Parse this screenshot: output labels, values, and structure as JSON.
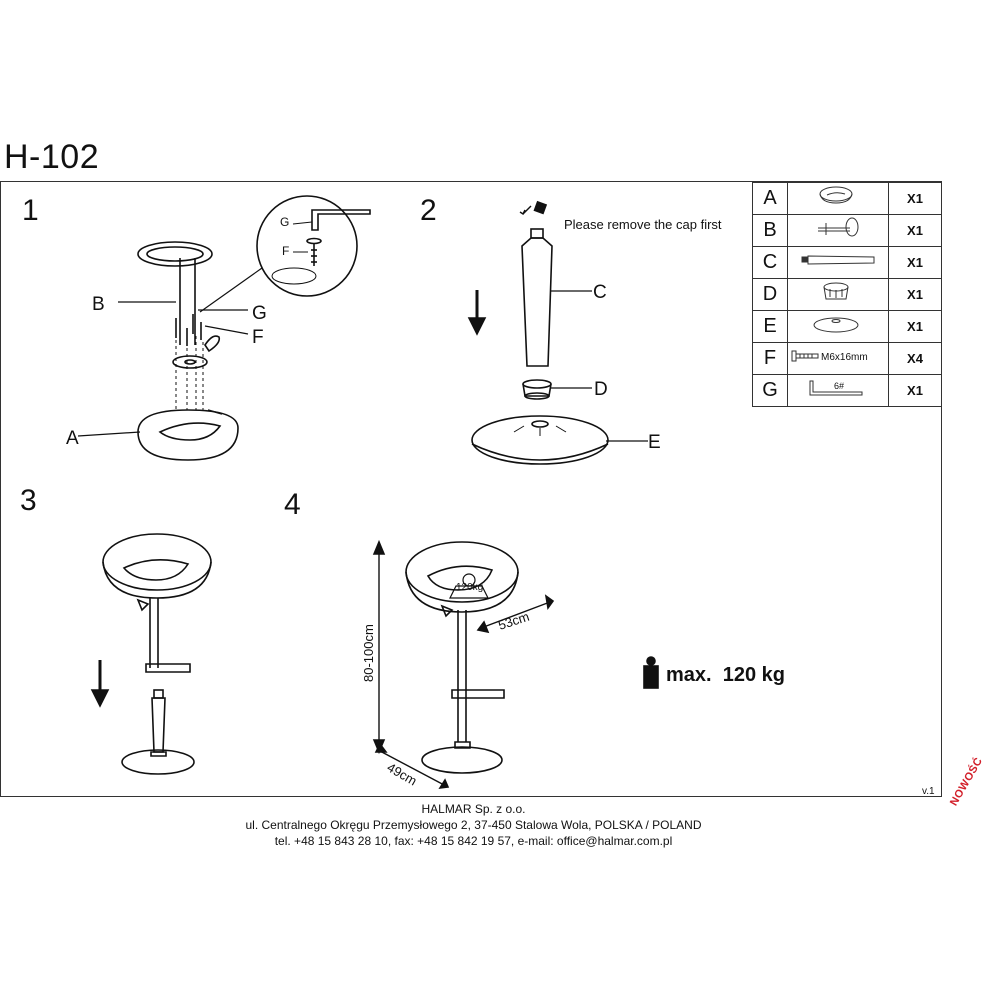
{
  "document": {
    "title": "H-102",
    "version": "v.1",
    "badge": "NOWOŚĆ"
  },
  "steps": {
    "s1": "1",
    "s2": "2",
    "s3": "3",
    "s4": "4"
  },
  "step1": {
    "label_a": "A",
    "label_b": "B",
    "label_g": "G",
    "label_f": "F",
    "zoom_g": "G",
    "zoom_f": "F"
  },
  "step2": {
    "note": "Please remove the cap first",
    "label_c": "C",
    "label_d": "D",
    "label_e": "E"
  },
  "step4": {
    "seat_load": "120kg",
    "depth": "53cm",
    "height": "80-100cm",
    "width": "49cm",
    "max_label": "max.",
    "max_value": "120 kg"
  },
  "parts": [
    {
      "letter": "A",
      "qty": "X1",
      "note": ""
    },
    {
      "letter": "B",
      "qty": "X1",
      "note": ""
    },
    {
      "letter": "C",
      "qty": "X1",
      "note": ""
    },
    {
      "letter": "D",
      "qty": "X1",
      "note": ""
    },
    {
      "letter": "E",
      "qty": "X1",
      "note": ""
    },
    {
      "letter": "F",
      "qty": "X4",
      "note": "M6x16mm"
    },
    {
      "letter": "G",
      "qty": "X1",
      "note": "6#"
    }
  ],
  "footer": {
    "company": "HALMAR Sp. z o.o.",
    "address": "ul. Centralnego Okręgu Przemysłowego 2, 37-450 Stalowa Wola, POLSKA / POLAND",
    "contact": "tel. +48 15 843 28 10, fax: +48 15 842 19 57, e-mail: office@halmar.com.pl"
  }
}
